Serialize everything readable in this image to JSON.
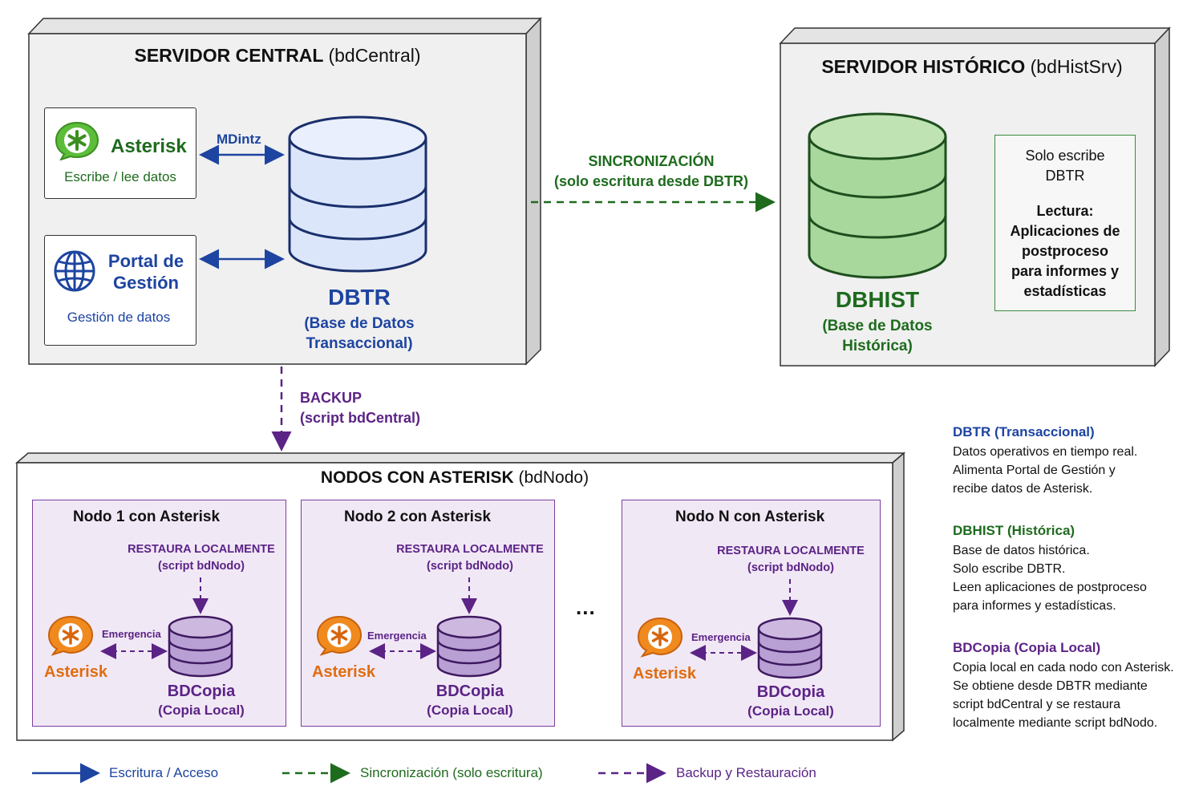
{
  "central": {
    "title": "SERVIDOR CENTRAL",
    "subtitle": "(bdCentral)",
    "asterisk_name": "Asterisk",
    "asterisk_desc": "Escribe / lee datos",
    "mdintz": "MDintz",
    "portal_name_1": "Portal de",
    "portal_name_2": "Gestión",
    "portal_desc": "Gestión de datos",
    "db_name": "DBTR",
    "db_desc_1": "(Base de Datos",
    "db_desc_2": "Transaccional)"
  },
  "sync": {
    "line1": "SINCRONIZACIÓN",
    "line2": "(solo escritura desde DBTR)"
  },
  "historic": {
    "title": "SERVIDOR HISTÓRICO",
    "subtitle": "(bdHistSrv)",
    "db_name": "DBHIST",
    "db_desc_1": "(Base de Datos",
    "db_desc_2": "Histórica)",
    "note": {
      "l1": "Solo escribe",
      "l2": "DBTR",
      "l3": "Lectura:",
      "l4": "Aplicaciones de",
      "l5": "postproceso",
      "l6": "para informes y",
      "l7": "estadísticas"
    }
  },
  "backup": {
    "line1": "BACKUP",
    "line2": "(script bdCentral)"
  },
  "nodes": {
    "title": "NODOS CON ASTERISK",
    "subtitle": "(bdNodo)",
    "ellipsis": "...",
    "items": [
      {
        "title": "Nodo 1 con Asterisk",
        "restore_1": "RESTAURA LOCALMENTE",
        "restore_2": "(script bdNodo)",
        "emergency": "Emergencia",
        "asterisk": "Asterisk",
        "db_name": "BDCopia",
        "db_desc": "(Copia Local)"
      },
      {
        "title": "Nodo 2 con Asterisk",
        "restore_1": "RESTAURA LOCALMENTE",
        "restore_2": "(script bdNodo)",
        "emergency": "Emergencia",
        "asterisk": "Asterisk",
        "db_name": "BDCopia",
        "db_desc": "(Copia Local)"
      },
      {
        "title": "Nodo N con Asterisk",
        "restore_1": "RESTAURA LOCALMENTE",
        "restore_2": "(script bdNodo)",
        "emergency": "Emergencia",
        "asterisk": "Asterisk",
        "db_name": "BDCopia",
        "db_desc": "(Copia Local)"
      }
    ]
  },
  "notes": {
    "dbtr_name": "DBTR",
    "dbtr_tag": "(Transaccional)",
    "dbtr_lines": [
      "Datos operativos en tiempo real.",
      "Alimenta Portal de Gestión y",
      "recibe datos de Asterisk."
    ],
    "dbhist_name": "DBHIST",
    "dbhist_tag": "(Histórica)",
    "dbhist_lines": [
      "Base de datos histórica.",
      "Solo escribe DBTR.",
      "Leen aplicaciones de postproceso",
      "para informes y estadísticas."
    ],
    "bdcopia_name": "BDCopia",
    "bdcopia_tag": "(Copia Local)",
    "bdcopia_lines": [
      "Copia local en cada nodo con Asterisk.",
      "Se obtiene desde DBTR mediante",
      "script bdCentral y se restaura",
      "localmente mediante script bdNodo."
    ]
  },
  "legend": {
    "access": "Escritura / Acceso",
    "sync": "Sincronización (solo escritura)",
    "backup": "Backup y Restauración"
  },
  "colors": {
    "blue": "#1d44a0",
    "green": "#1e6b1e",
    "purple": "#5b2386",
    "orange": "#e06d10"
  },
  "icons": [
    "asterisk-icon",
    "globe-icon",
    "database-icon",
    "arrow-icon"
  ]
}
